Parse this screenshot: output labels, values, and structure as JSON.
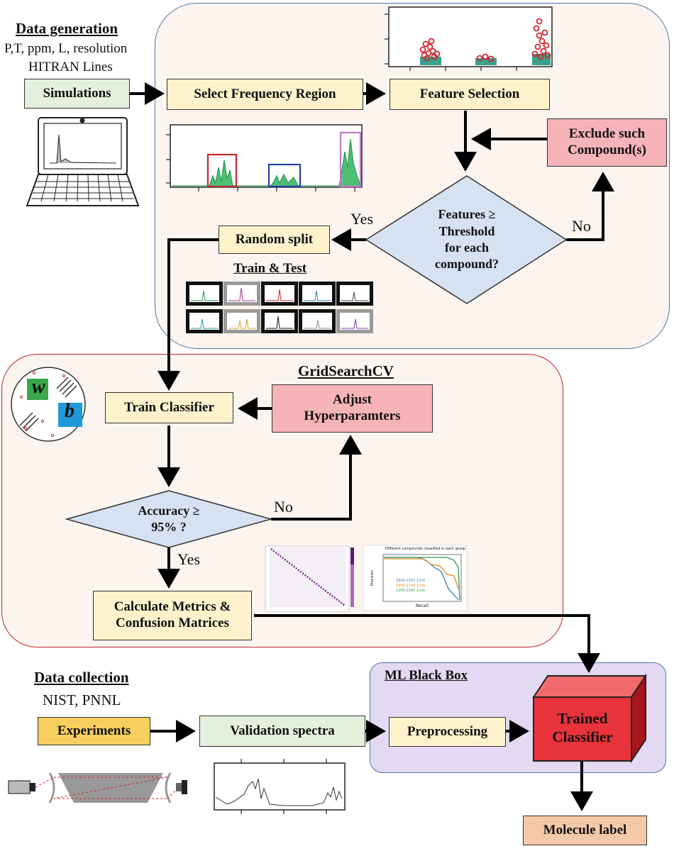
{
  "generation": {
    "header": "Data generation",
    "params": "P,T, ppm, L, resolution",
    "lines": "HITRAN Lines",
    "simulations": "Simulations"
  },
  "selection": {
    "select_region": "Select Frequency Region",
    "feature_selection": "Feature Selection",
    "exclude_line1": "Exclude such",
    "exclude_line2": "Compound(s)",
    "decision_line1": "Features ≥",
    "decision_line2": "Threshold",
    "decision_line3": "for each",
    "decision_line4": "compound?",
    "yes": "Yes",
    "no": "No",
    "random_split": "Random split",
    "train_test": "Train & Test"
  },
  "training": {
    "gridsearch": "GridSearchCV",
    "train_classifier": "Train Classifier",
    "adjust_line1": "Adjust",
    "adjust_line2": "Hyperparamters",
    "accuracy_line1": "Accuracy ≥",
    "accuracy_line2": "95% ?",
    "no": "No",
    "yes": "Yes",
    "metrics_line1": "Calculate Metrics &",
    "metrics_line2": "Confusion Matrices",
    "w_symbol": "w",
    "b_symbol": "b"
  },
  "collection": {
    "header": "Data collection",
    "sources": "NIST, PNNL",
    "experiments": "Experiments",
    "validation": "Validation spectra"
  },
  "blackbox": {
    "header": "ML Black Box",
    "preprocessing": "Preprocessing",
    "trained_line1": "Trained",
    "trained_line2": "Classifier",
    "molecule_label": "Molecule label"
  },
  "pr_chart": {
    "title": "Different compounds classified in each group",
    "xlabel": "Recall",
    "ylabel": "Precision",
    "legend": [
      "1600-1610 1/cm",
      "1600-1700 1/cm",
      "1200-2200 1/cm"
    ]
  },
  "colors": {
    "region_top": "#4a78a8",
    "region_mid": "#c0282d",
    "region_box": "#4a78a8",
    "cube": "#e8333a",
    "diamond": "#d6e1f2"
  }
}
